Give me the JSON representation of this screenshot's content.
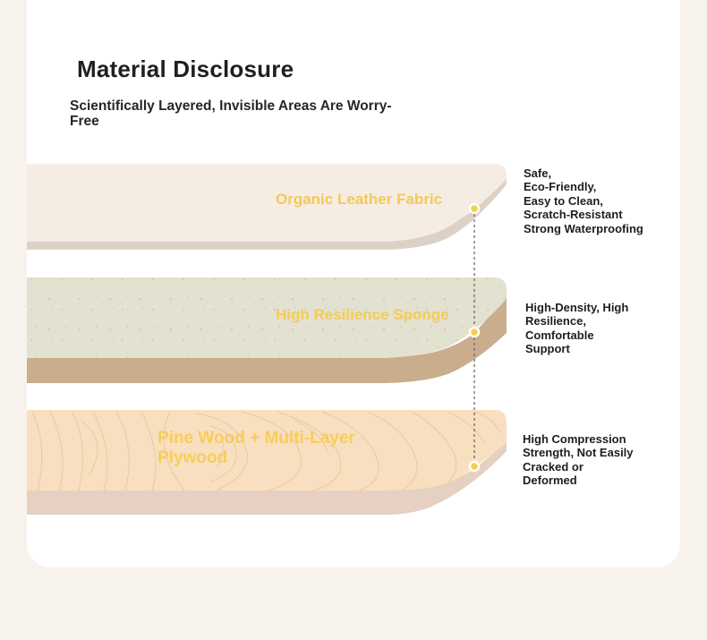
{
  "header": {
    "title": "Material Disclosure",
    "subtitle": "Scientifically Layered, Invisible Areas Are Worry-Free"
  },
  "layers": [
    {
      "name": "Organic Leather Fabric",
      "description": "Safe,\nEco-Friendly,\nEasy to Clean,\nScratch-Resistant\n Strong Waterproofing",
      "color": "#f5ede3"
    },
    {
      "name": "High Resilience Sponge",
      "description": "High-Density, High\nResilience,\nComfortable\nSupport",
      "color": "#e3e1cf"
    },
    {
      "name": "Pine Wood + Multi-Layer\nPlywood",
      "description": "High Compression\nStrength, Not Easily\nCracked or\nDeformed",
      "color": "#f8dfc0"
    }
  ],
  "colors": {
    "page_background": "#f8f2ed",
    "card_background": "#ffffff",
    "label_accent": "#f4c542",
    "marker": "#f2d04a",
    "connector": "#6b6b6b"
  }
}
